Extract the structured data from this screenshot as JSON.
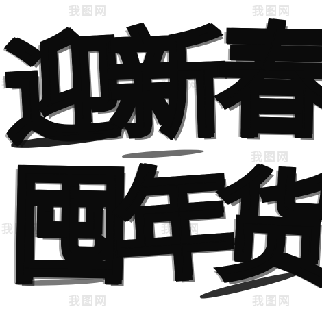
{
  "artwork": {
    "line1": [
      "迎",
      "新",
      "春"
    ],
    "line2": [
      "囤",
      "年",
      "货"
    ]
  },
  "watermark": {
    "text": "我图网"
  },
  "colors": {
    "ink": "#0b0b0b",
    "background": "#ffffff",
    "watermark": "#a0a0a0"
  }
}
